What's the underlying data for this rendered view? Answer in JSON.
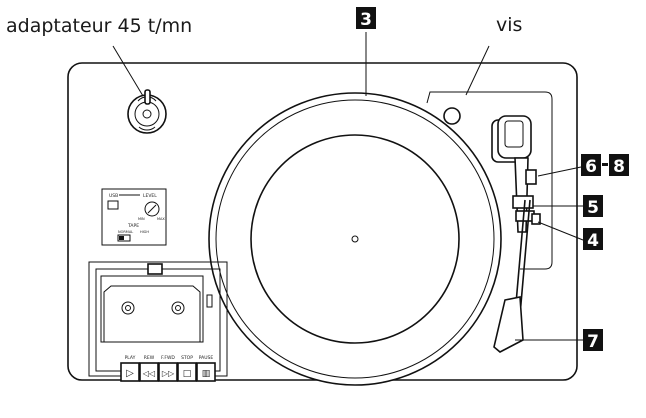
{
  "labels": {
    "adapter": "adaptateur 45 t/mn",
    "screw": "vis"
  },
  "callouts": {
    "platter": "3",
    "c6": "6",
    "c8": "8",
    "c5": "5",
    "c4": "4",
    "c7": "7"
  },
  "usb_panel": {
    "usb": "USB",
    "level": "LEVEL",
    "level_min": "MIN",
    "level_max": "MAX",
    "tape": "TAPE",
    "normal": "NORMAL",
    "high": "HIGH"
  },
  "cassette": {
    "buttons": [
      {
        "label": "PLAY",
        "symbol": "▷"
      },
      {
        "label": "REW",
        "symbol": "◁◁"
      },
      {
        "label": "F.FWD",
        "symbol": "▷▷"
      },
      {
        "label": "STOP",
        "symbol": "□"
      },
      {
        "label": "PAUSE",
        "symbol": "▥"
      }
    ]
  }
}
